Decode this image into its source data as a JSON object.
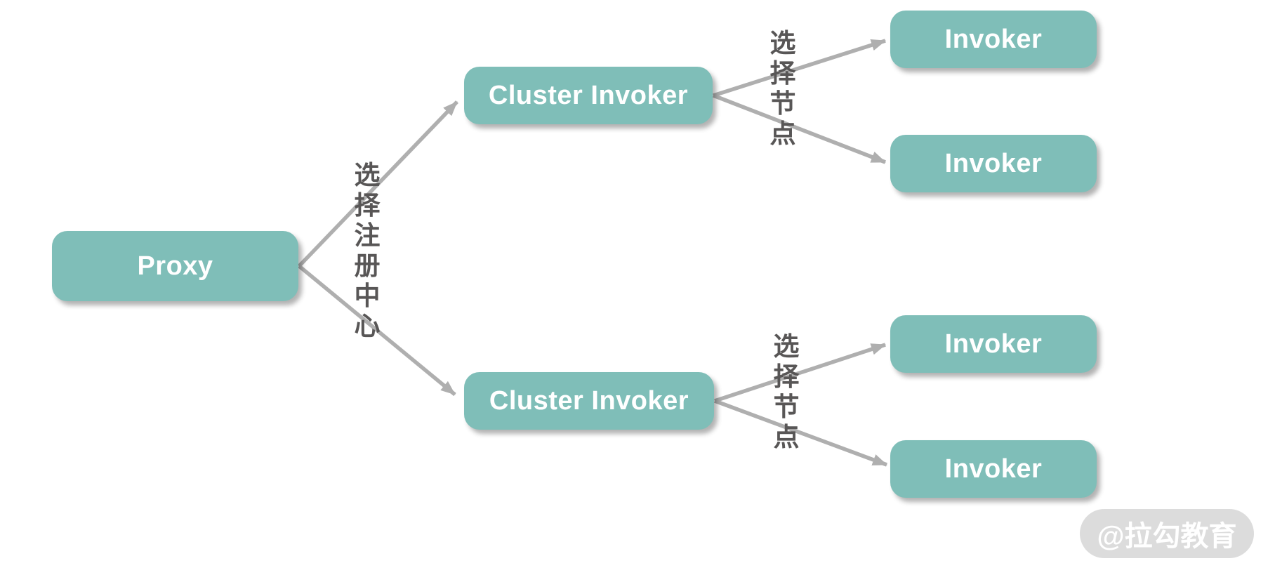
{
  "diagram": {
    "nodes": {
      "proxy": {
        "label": "Proxy"
      },
      "cluster_top": {
        "label": "Cluster Invoker"
      },
      "cluster_bottom": {
        "label": "Cluster Invoker"
      },
      "invoker_1": {
        "label": "Invoker"
      },
      "invoker_2": {
        "label": "Invoker"
      },
      "invoker_3": {
        "label": "Invoker"
      },
      "invoker_4": {
        "label": "Invoker"
      }
    },
    "edge_labels": {
      "select_registry": "选择注册中心",
      "select_node_top": "选择节点",
      "select_node_bottom": "选择节点"
    },
    "watermark": {
      "label": "@拉勾教育"
    },
    "colors": {
      "node_fill": "#7FBEB8",
      "node_text": "#FFFFFF",
      "arrow": "#AFAFAF",
      "edge_label_text": "#585656",
      "watermark_bg": "#DCDCDC",
      "watermark_text": "#FFFFFF",
      "background": "#FFFFFF"
    }
  }
}
